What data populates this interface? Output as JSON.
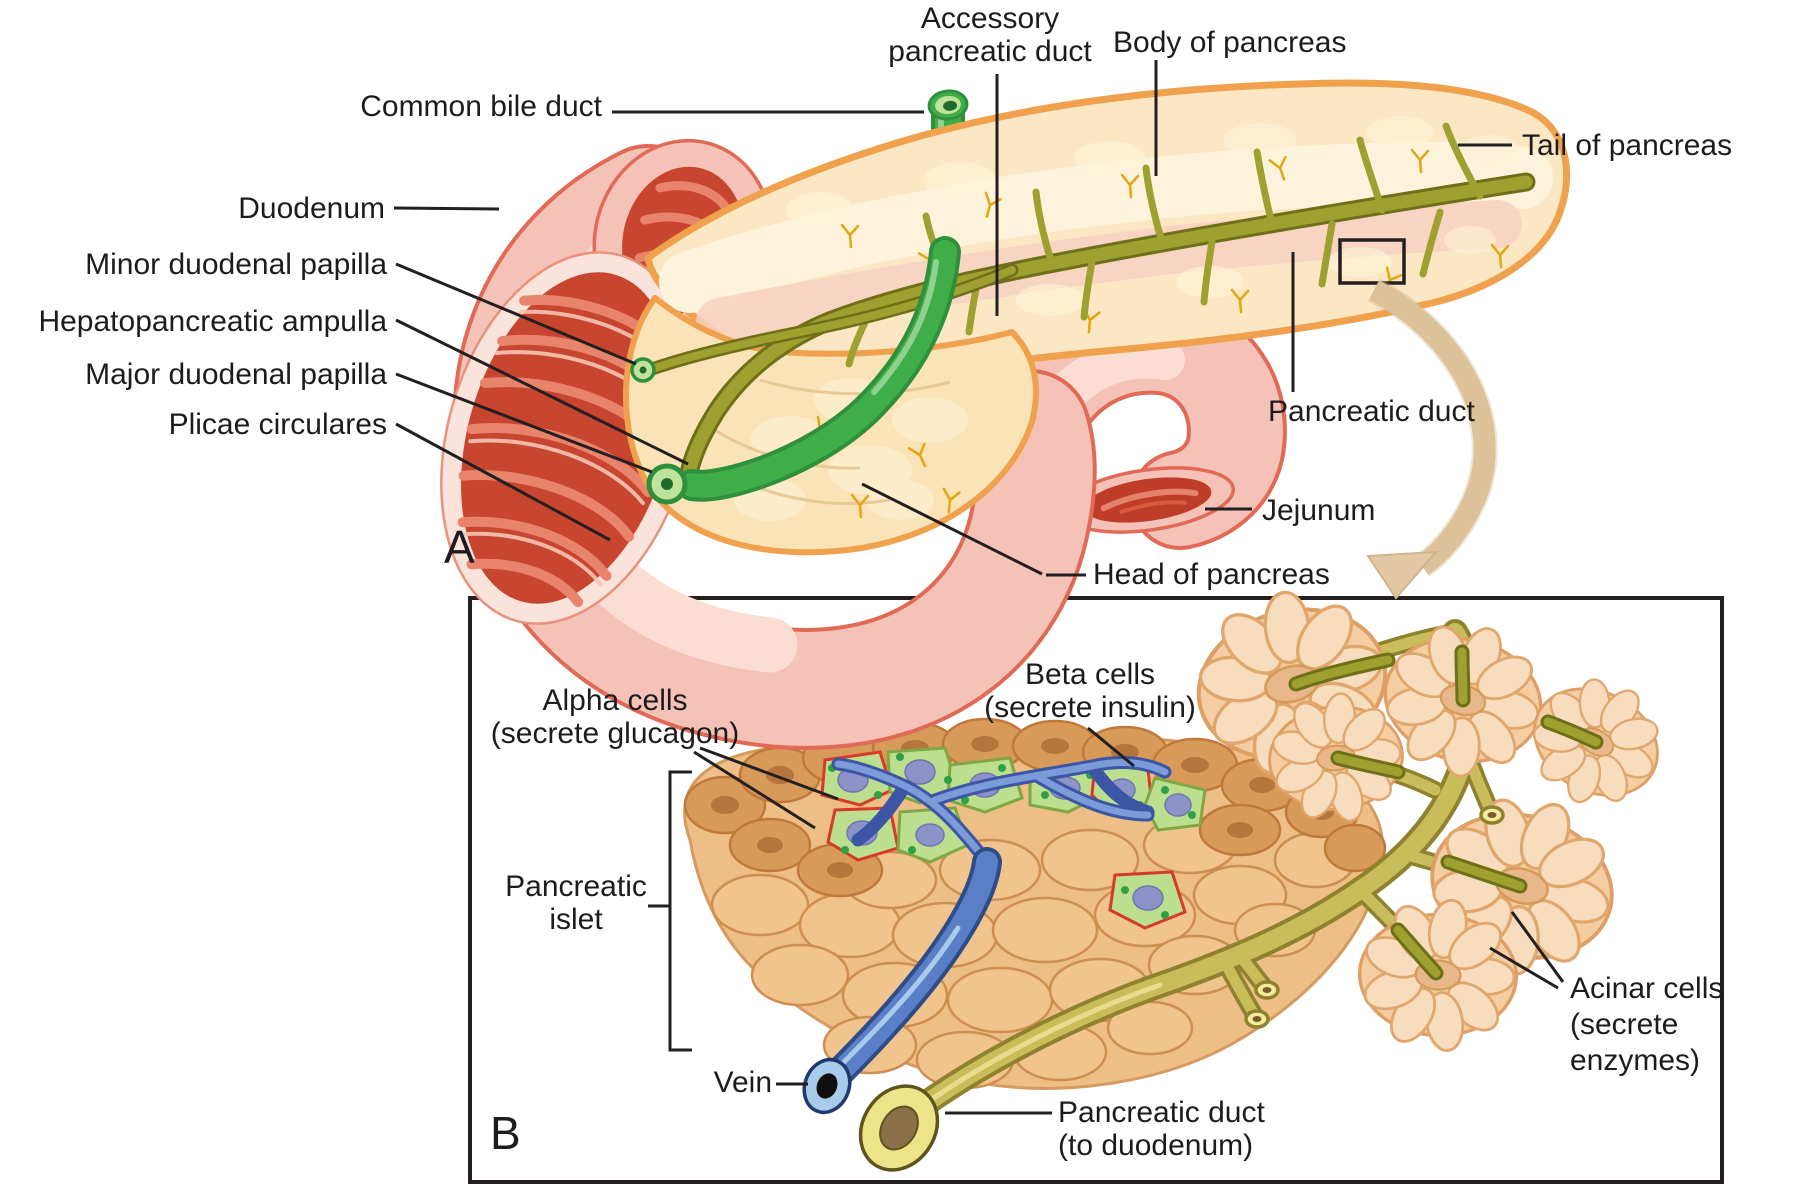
{
  "figure": {
    "title": "Pancreas anatomy diagram",
    "panel_a": {
      "letter": "A",
      "labels": {
        "accessory_duct_line1": "Accessory",
        "accessory_duct_line2": "pancreatic duct",
        "body_of_pancreas": "Body of pancreas",
        "common_bile_duct": "Common bile duct",
        "tail_of_pancreas": "Tail of pancreas",
        "duodenum": "Duodenum",
        "minor_duodenal_papilla": "Minor duodenal papilla",
        "hepatopancreatic_ampulla": "Hepatopancreatic ampulla",
        "major_duodenal_papilla": "Major duodenal papilla",
        "plicae_circulares": "Plicae circulares",
        "pancreatic_duct": "Pancreatic duct",
        "jejunum": "Jejunum",
        "head_of_pancreas": "Head of pancreas"
      }
    },
    "panel_b": {
      "letter": "B",
      "labels": {
        "alpha_cells_line1": "Alpha cells",
        "alpha_cells_line2": "(secrete glucagon)",
        "beta_cells_line1": "Beta cells",
        "beta_cells_line2": "(secrete insulin)",
        "pancreatic_islet_line1": "Pancreatic",
        "pancreatic_islet_line2": "islet",
        "vein": "Vein",
        "pancreatic_duct_line1": "Pancreatic duct",
        "pancreatic_duct_line2": "(to duodenum)",
        "acinar_cells_line1": "Acinar cells",
        "acinar_cells_line2": "(secrete",
        "acinar_cells_line3": "enzymes)"
      }
    },
    "colors": {
      "pancreas_edge_orange": "#EFA14E",
      "pancreas_cream": "#FBE7C3",
      "pancreas_inner_cream": "#FDF3DC",
      "pancreas_pink_band": "#F7D0C2",
      "pancreatic_duct_olive": "#9EA02F",
      "bile_duct_green": "#3FAE49",
      "intestine_pink": "#F5C2B8",
      "intestine_outline": "#E06A55",
      "lumen_red": "#C8452F",
      "islet_cell_tan": "#E8B077",
      "islet_top_cell_tan": "#D79A58",
      "alpha_beta_cell_green": "#BCDF8F",
      "cell_nucleus_purple": "#8B93C8",
      "vessel_blue": "#5B7EC9",
      "duct_khaki": "#C9BC5A",
      "zoom_arrow_tan": "#E2C8A4",
      "line_black": "#231F20"
    }
  }
}
